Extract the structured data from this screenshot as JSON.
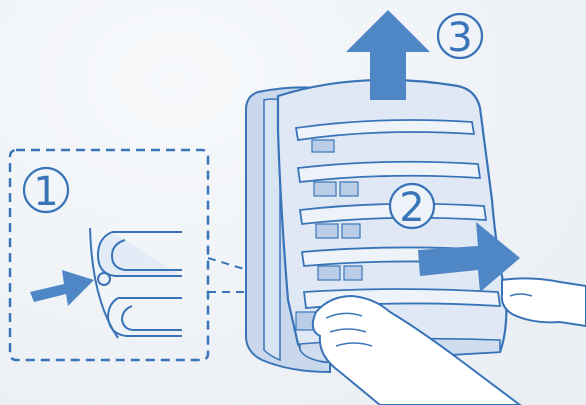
{
  "steps": {
    "step1_label": "1",
    "step2_label": "2",
    "step3_label": "3"
  },
  "icons": {
    "push_arrow": "arrow-right-icon",
    "slide_arrow": "arrow-right-icon",
    "lift_arrow": "arrow-up-icon"
  },
  "colors": {
    "line": "#3a74b8",
    "arrow": "#4f86c6",
    "body_fill": "#dfe8f4",
    "shadow_fill": "#c9d8ec",
    "background": "#f2f5f8"
  }
}
